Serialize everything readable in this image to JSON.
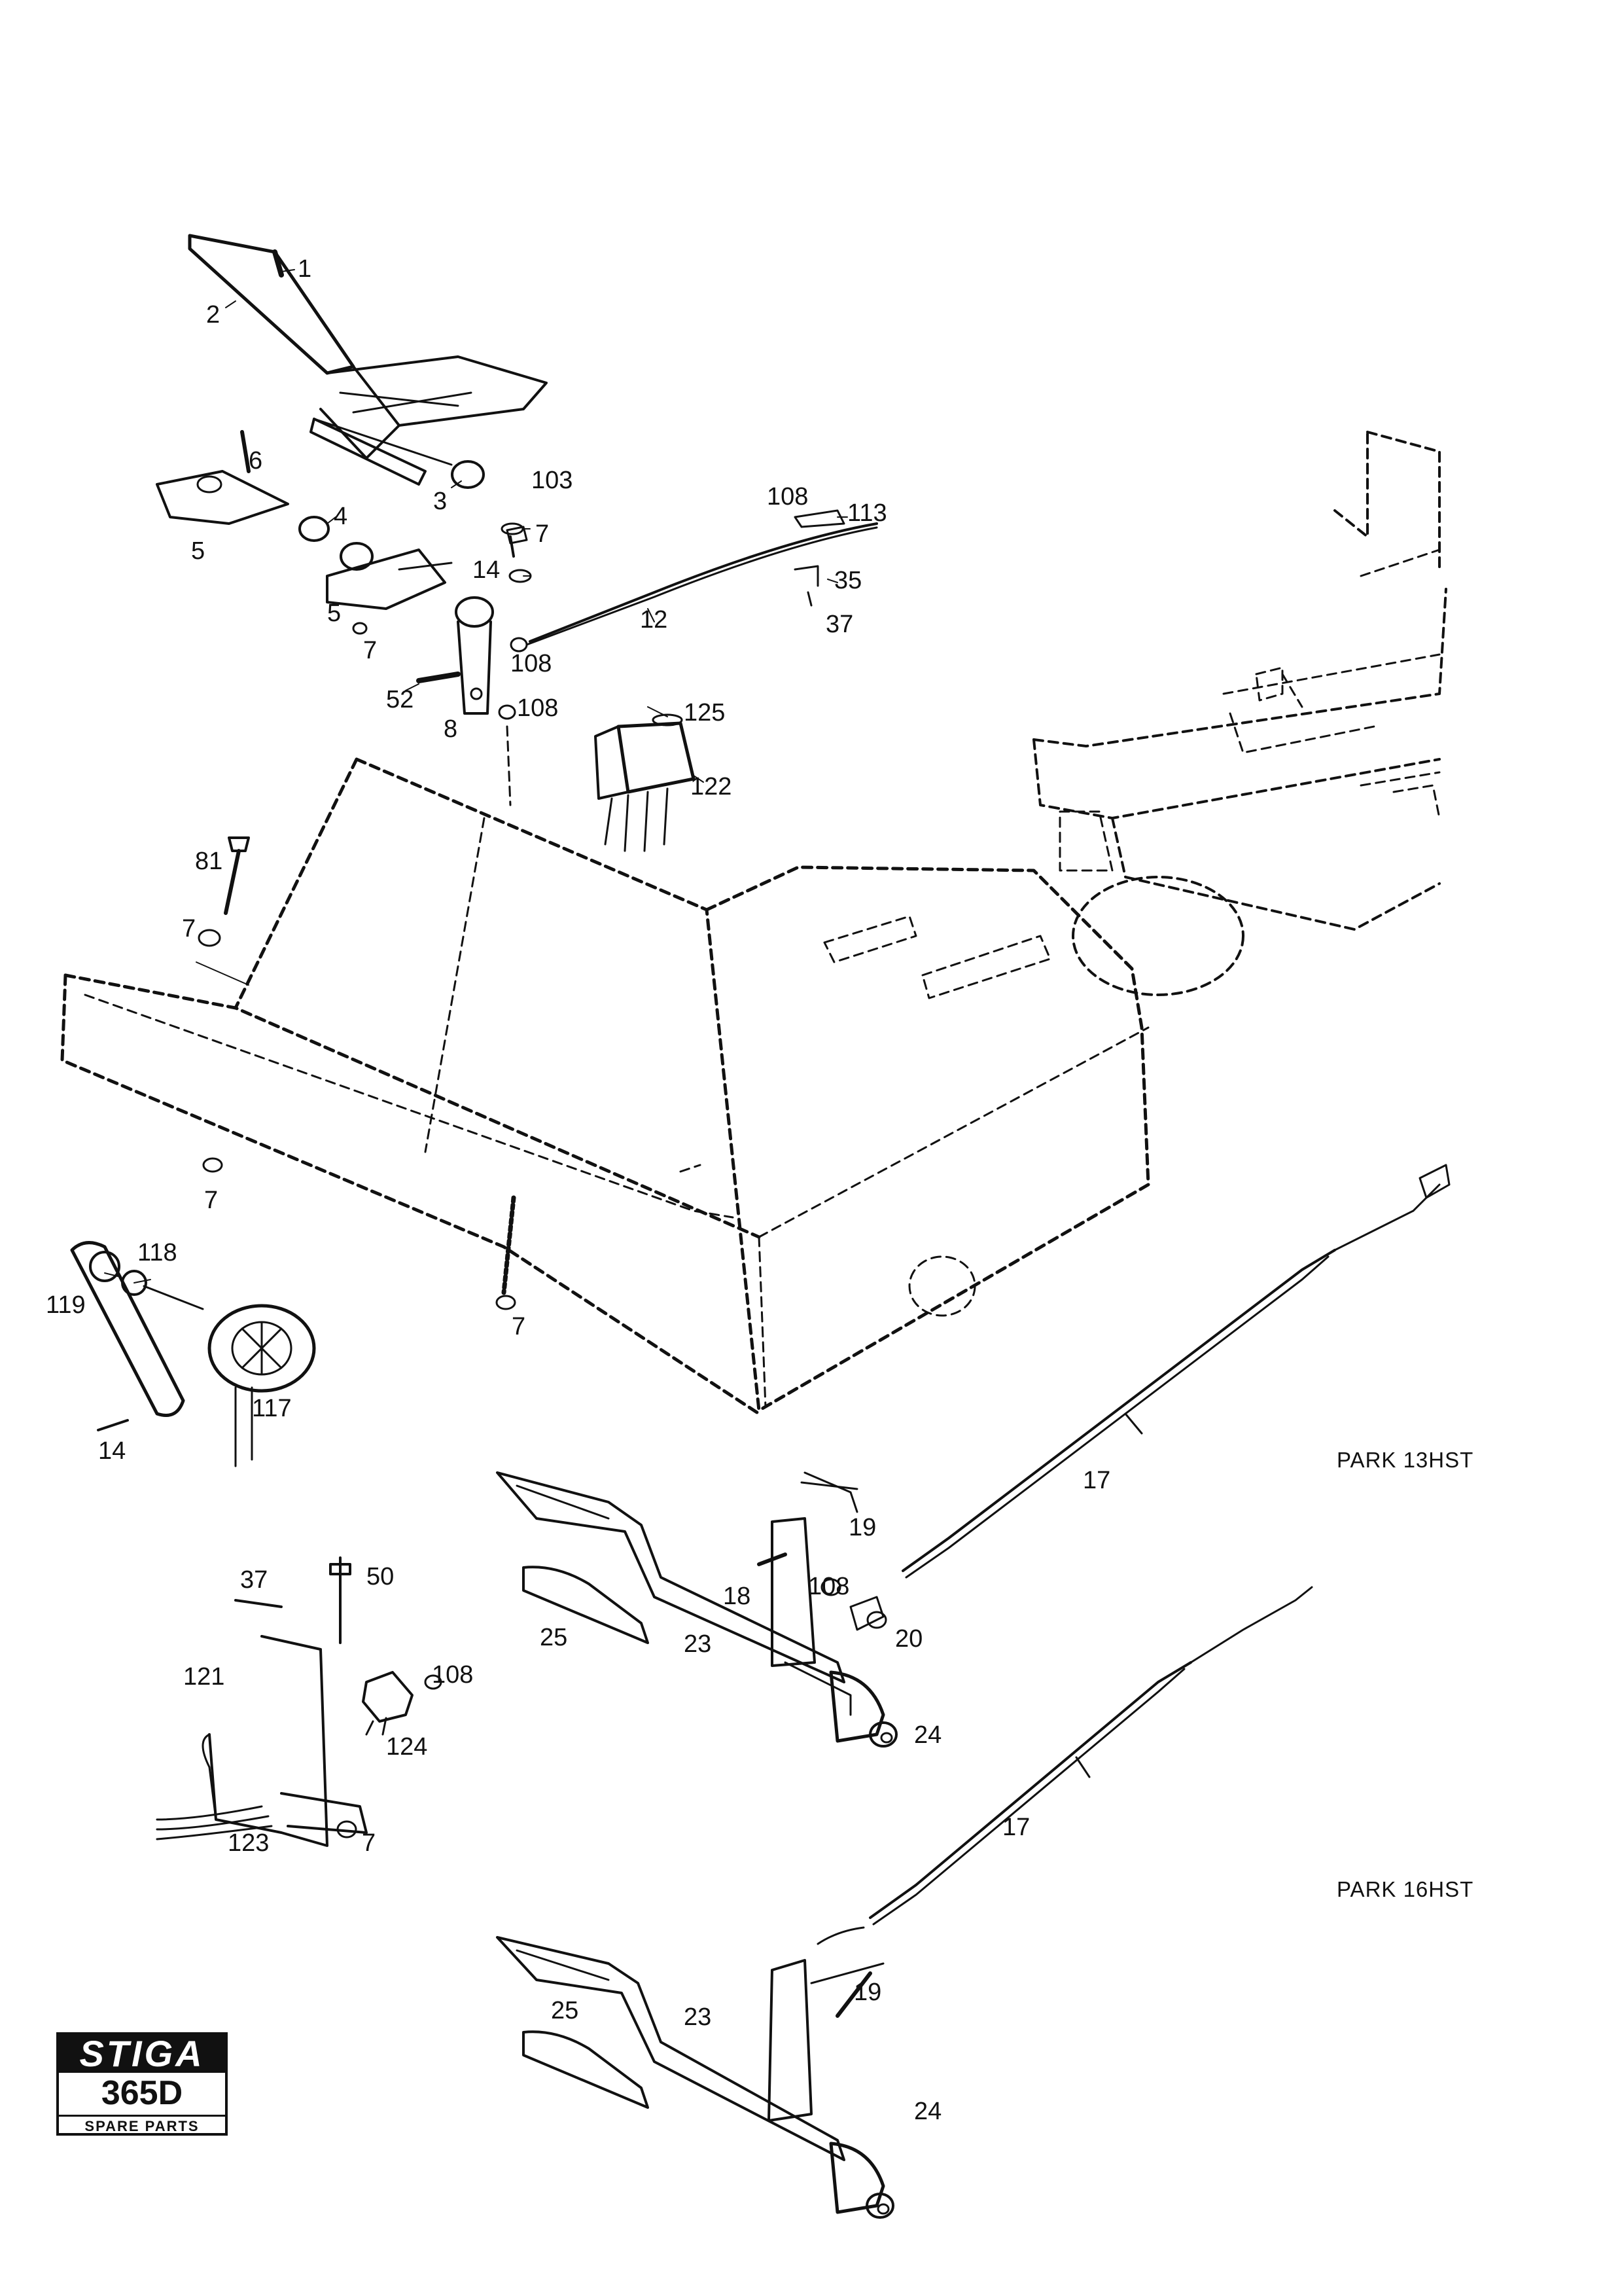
{
  "variants": {
    "park_13hst": "PARK 13HST",
    "park_16hst": "PARK 16HST"
  },
  "logo": {
    "brand": "STIGA",
    "model": "365D",
    "caption": "SPARE PARTS"
  },
  "callouts": {
    "p1": "1",
    "p2": "2",
    "p3": "3",
    "p4": "4",
    "p5a": "5",
    "p5b": "5",
    "p6": "6",
    "p7a": "7",
    "p7b": "7",
    "p7c": "7",
    "p7d": "7",
    "p7e": "7",
    "p7f": "7",
    "p8": "8",
    "p12": "12",
    "p14a": "14",
    "p14b": "14",
    "p17a": "17",
    "p17b": "17",
    "p18": "18",
    "p19a": "19",
    "p19b": "19",
    "p20": "20",
    "p23a": "23",
    "p23b": "23",
    "p24a": "24",
    "p24b": "24",
    "p25a": "25",
    "p25b": "25",
    "p35": "35",
    "p37a": "37",
    "p37b": "37",
    "p50": "50",
    "p52": "52",
    "p81": "81",
    "p103": "103",
    "p108a": "108",
    "p108b": "108",
    "p108c": "108",
    "p108d": "108",
    "p108e": "108",
    "p113": "113",
    "p117": "117",
    "p118": "118",
    "p119": "119",
    "p121": "121",
    "p122": "122",
    "p123": "123",
    "p124": "124",
    "p125": "125"
  },
  "colors": {
    "ink": "#111111",
    "paper": "#ffffff"
  }
}
